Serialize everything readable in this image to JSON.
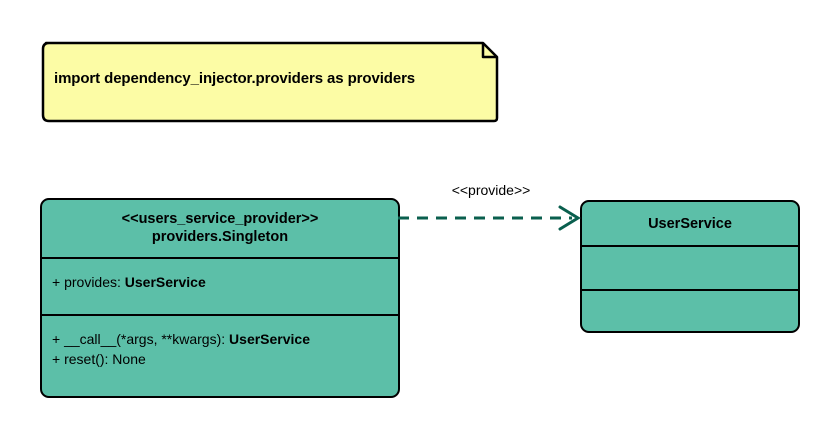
{
  "diagram": {
    "colors": {
      "class_fill": "#5CBFA8",
      "note_fill": "#FCFCA5",
      "outline": "#000000",
      "edge": "#0A5F4E"
    },
    "note": {
      "text": "import dependency_injector.providers as providers"
    },
    "provider_class": {
      "stereotype": "<<users_service_provider>>",
      "name": "providers.Singleton",
      "attributes": [
        {
          "visibility": "+",
          "label": "provides: ",
          "type": "UserService"
        }
      ],
      "methods": [
        {
          "visibility": "+",
          "label": "__call__(*args, **kwargs): ",
          "type": "UserService"
        },
        {
          "visibility": "+",
          "label": "reset(): None",
          "type": ""
        }
      ]
    },
    "target_class": {
      "name": "UserService",
      "attributes": [],
      "methods": []
    },
    "dependency": {
      "label": "<<provide>>",
      "style": "dashed",
      "arrowhead": "open"
    }
  }
}
